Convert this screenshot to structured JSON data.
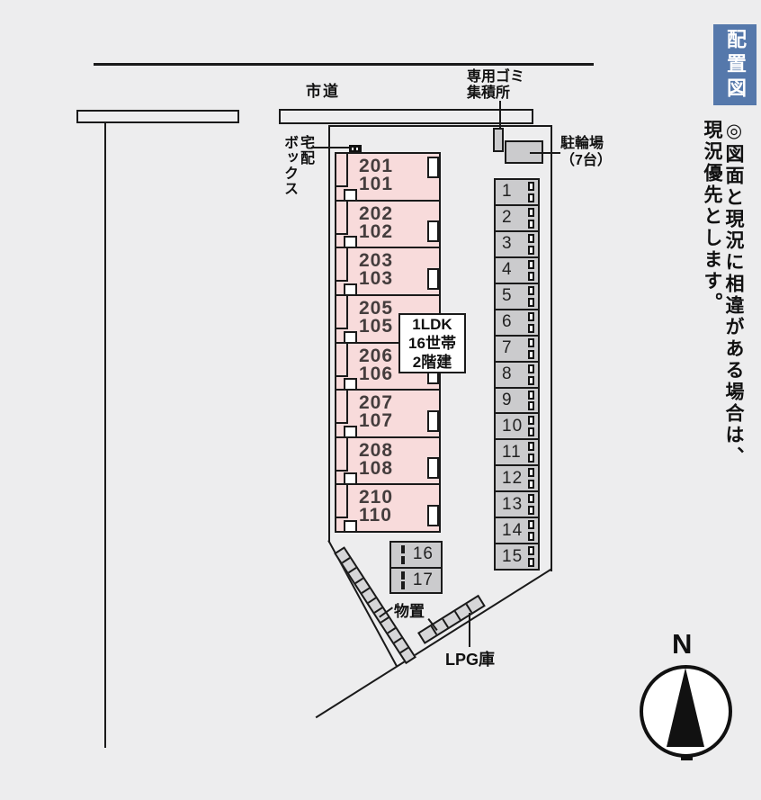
{
  "title": {
    "label": "配置図"
  },
  "note": {
    "line1": "◎図面と現況に相違がある場合は、",
    "line2": "現況優先とします。"
  },
  "labels": {
    "road": "市道",
    "garbage_line1": "専用ゴミ",
    "garbage_line2": "集積所",
    "bike_line1": "駐輪場",
    "bike_line2": "（7台）",
    "delivery_line1": "宅配",
    "delivery_line2": "ボックス",
    "storage": "物置",
    "lpg": "LPG庫",
    "compass_north": "N"
  },
  "building": {
    "info_box": {
      "line1": "1LDK",
      "line2": "16世帯",
      "line3": "2階建"
    },
    "units": [
      {
        "upper": "201",
        "lower": "101"
      },
      {
        "upper": "202",
        "lower": "102"
      },
      {
        "upper": "203",
        "lower": "103"
      },
      {
        "upper": "205",
        "lower": "105"
      },
      {
        "upper": "206",
        "lower": "106"
      },
      {
        "upper": "207",
        "lower": "107"
      },
      {
        "upper": "208",
        "lower": "108"
      },
      {
        "upper": "210",
        "lower": "110"
      }
    ]
  },
  "parking": {
    "main_spaces": [
      "1",
      "2",
      "3",
      "4",
      "5",
      "6",
      "7",
      "8",
      "9",
      "10",
      "11",
      "12",
      "13",
      "14",
      "15"
    ],
    "south_spaces": [
      "16",
      "17"
    ]
  },
  "strips": {
    "storage_cells": 11,
    "lpg_cells": 5
  },
  "colors": {
    "background": "#ededee",
    "building_pink": "#f8dbdb",
    "parking_gray": "#cbcbcd",
    "accent_blue": "#5578ab",
    "line_black": "#1a1a1a"
  }
}
